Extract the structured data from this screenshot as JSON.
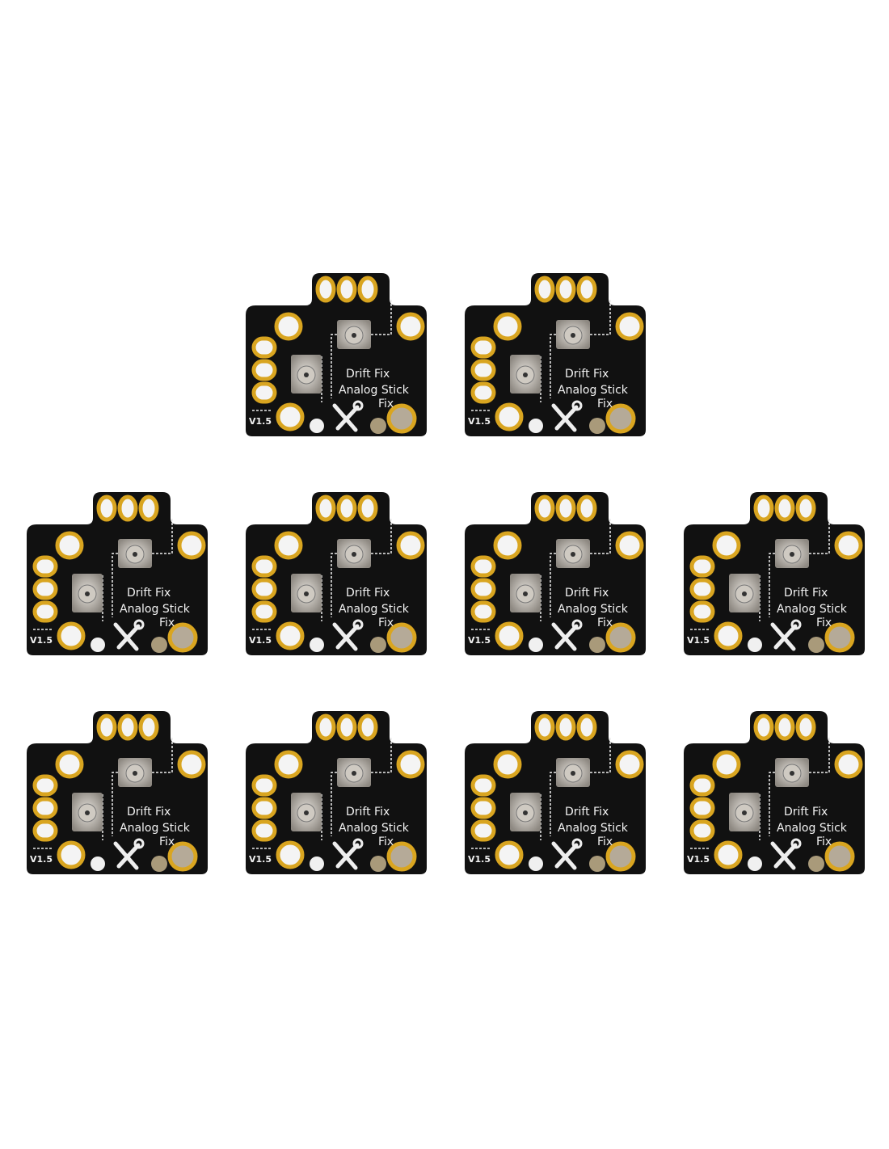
{
  "product": {
    "board_count": 10,
    "board_label": {
      "line1": "Drift Fix",
      "line2": "Analog Stick",
      "line3": "Fix",
      "version": "V1.5"
    },
    "colors": {
      "pcb": "#111111",
      "gold": "#d9a520",
      "silkscreen": "#f2f2f2",
      "background": "#ffffff"
    }
  }
}
